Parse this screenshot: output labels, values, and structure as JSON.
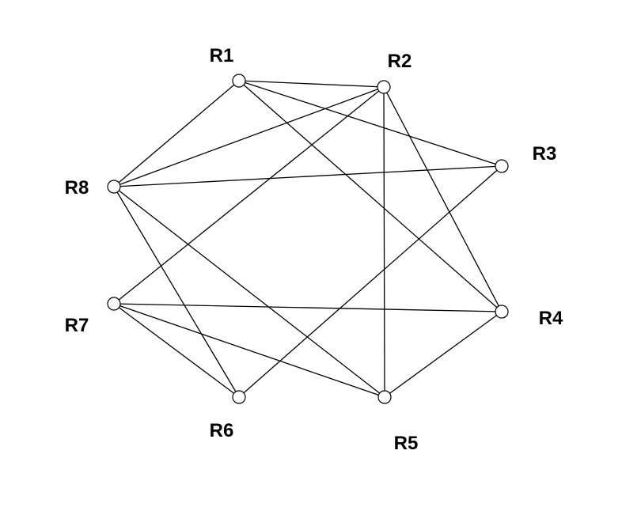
{
  "graph": {
    "nodes": [
      {
        "id": "R1",
        "label": "R1"
      },
      {
        "id": "R2",
        "label": "R2"
      },
      {
        "id": "R3",
        "label": "R3"
      },
      {
        "id": "R4",
        "label": "R4"
      },
      {
        "id": "R5",
        "label": "R5"
      },
      {
        "id": "R6",
        "label": "R6"
      },
      {
        "id": "R7",
        "label": "R7"
      },
      {
        "id": "R8",
        "label": "R8"
      }
    ],
    "edges": [
      [
        "R1",
        "R2"
      ],
      [
        "R1",
        "R3"
      ],
      [
        "R1",
        "R4"
      ],
      [
        "R1",
        "R8"
      ],
      [
        "R2",
        "R8"
      ],
      [
        "R2",
        "R7"
      ],
      [
        "R2",
        "R5"
      ],
      [
        "R2",
        "R4"
      ],
      [
        "R3",
        "R8"
      ],
      [
        "R3",
        "R6"
      ],
      [
        "R4",
        "R7"
      ],
      [
        "R4",
        "R5"
      ],
      [
        "R5",
        "R7"
      ],
      [
        "R5",
        "R8"
      ],
      [
        "R6",
        "R7"
      ],
      [
        "R6",
        "R8"
      ]
    ]
  },
  "style": {
    "line_color": "#000000",
    "node_fill": "#ffffff"
  }
}
